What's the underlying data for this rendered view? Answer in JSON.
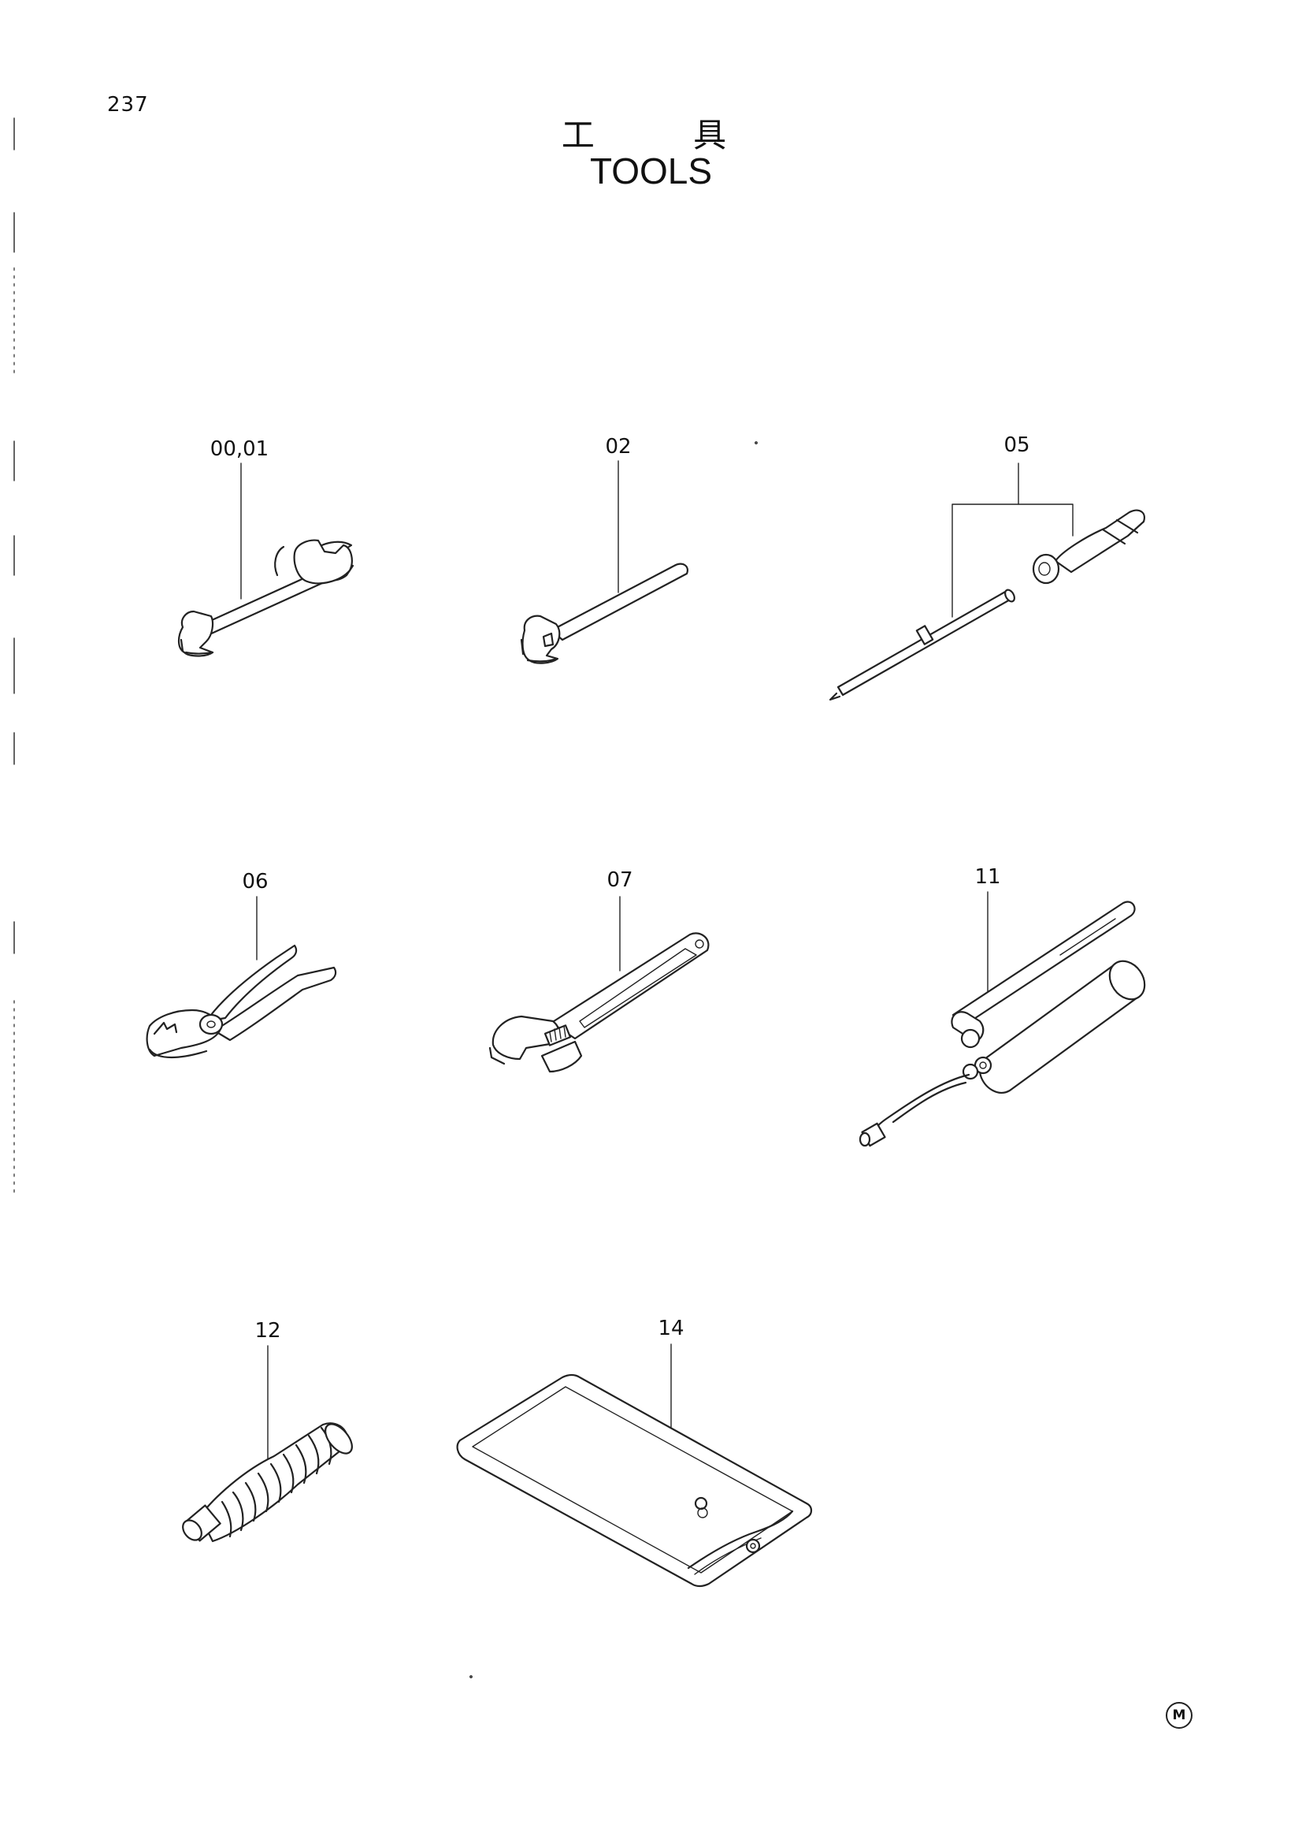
{
  "page": {
    "number": "237",
    "title_ja": "工 具",
    "title_en": "TOOLS",
    "mark": "M"
  },
  "callouts": {
    "double_wrench": "00,01",
    "single_wrench": "02",
    "screwdriver": "05",
    "pliers": "06",
    "adjustable_wrench": "07",
    "grease_gun": "11",
    "grease_nozzle": "12",
    "tool_bag": "14"
  }
}
